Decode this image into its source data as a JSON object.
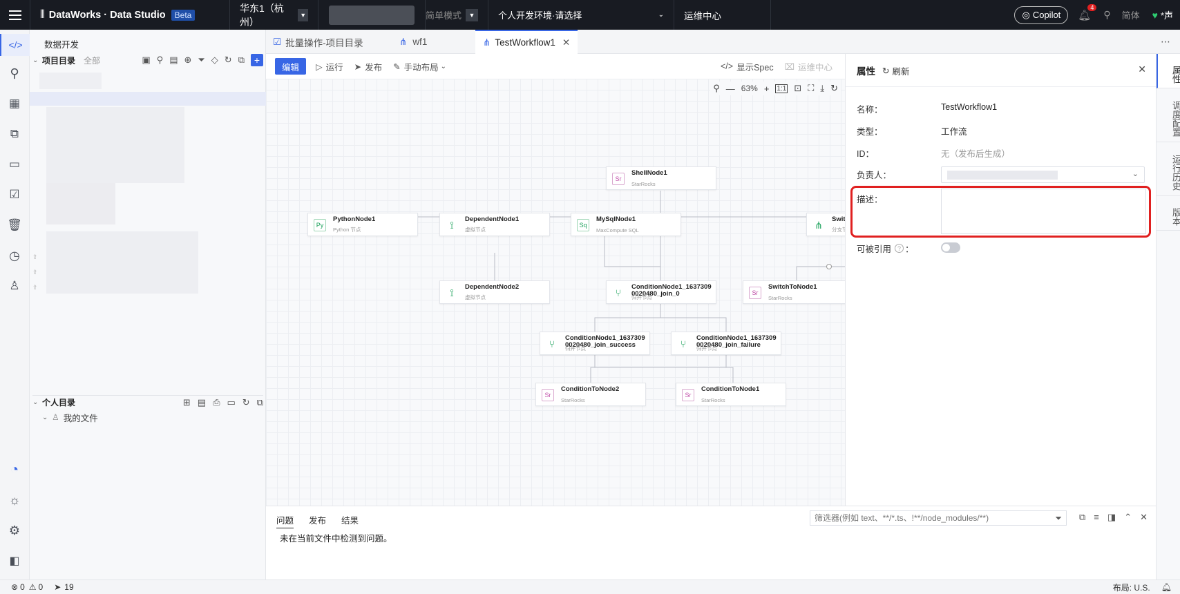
{
  "topbar": {
    "product": "DataWorks · Data Studio",
    "beta": "Beta",
    "region": "华东1（杭州）",
    "mode": "简单模式",
    "env": "个人开发环境·请选择",
    "ops": "运维中心",
    "copilot": "Copilot",
    "bell_count": "4",
    "lang": "简体",
    "user": "*声"
  },
  "sidebar": {
    "title": "数据开发",
    "project_dir": "项目目录",
    "all_label": "全部",
    "personal_dir": "个人目录",
    "my_files": "我的文件"
  },
  "tabs": [
    {
      "label": "批量操作-项目目录"
    },
    {
      "label": "wf1"
    },
    {
      "label": "TestWorkflow1"
    }
  ],
  "toolbar": {
    "edit": "编辑",
    "run": "运行",
    "publish": "发布",
    "layout": "手动布局",
    "show_spec": "显示Spec",
    "ops_center": "运维中心"
  },
  "zoom": "63%",
  "nodes": [
    {
      "title": "ShellNode1",
      "sub": "StarRocks",
      "icon": "Sr"
    },
    {
      "title": "PythonNode1",
      "sub": "Python 节点",
      "icon": "Py"
    },
    {
      "title": "DependentNode1",
      "sub": "虚拟节点",
      "icon": "dep"
    },
    {
      "title": "MySqlNode1",
      "sub": "MaxCompute SQL",
      "icon": "Sq"
    },
    {
      "title": "Swit",
      "sub": "分支节",
      "icon": "sw"
    },
    {
      "title": "DependentNode2",
      "sub": "虚拟节点",
      "icon": "dep"
    },
    {
      "title": "ConditionNode1_1637309\n0020480_join_0",
      "sub": "归并节点",
      "icon": "merge"
    },
    {
      "title": "SwitchToNode1",
      "sub": "StarRocks",
      "icon": "Sr"
    },
    {
      "title": "ConditionNode1_1637309\n0020480_join_success",
      "sub": "归并节点",
      "icon": "merge"
    },
    {
      "title": "ConditionNode1_1637309\n0020480_join_failure",
      "sub": "归并节点",
      "icon": "merge"
    },
    {
      "title": "ConditionToNode2",
      "sub": "StarRocks",
      "icon": "Sr"
    },
    {
      "title": "ConditionToNode1",
      "sub": "StarRocks",
      "icon": "Sr"
    }
  ],
  "props": {
    "title": "属性",
    "refresh": "刷新",
    "name_label": "名称：",
    "name_value": "TestWorkflow1",
    "type_label": "类型：",
    "type_value": "工作流",
    "id_label": "ID：",
    "id_value": "无（发布后生成）",
    "owner_label": "负责人：",
    "desc_label": "描述：",
    "desc_value": "",
    "ref_label": "可被引用",
    "ref_on": false,
    "highlight_color": "#e02020"
  },
  "rightrail": [
    "属性",
    "调度配置",
    "运行历史",
    "版本"
  ],
  "bottom": {
    "tabs": [
      "问题",
      "发布",
      "结果"
    ],
    "message": "未在当前文件中检测到问题。",
    "filter_placeholder": "筛选器(例如 text、**/*.ts、!**/node_modules/**)"
  },
  "status": {
    "errors": "0",
    "warnings": "0",
    "count": "19",
    "layout": "布局: U.S."
  },
  "colors": {
    "accent": "#3866e5",
    "topbar": "#181b22",
    "green": "#18a058",
    "pink": "#c04ea8"
  }
}
